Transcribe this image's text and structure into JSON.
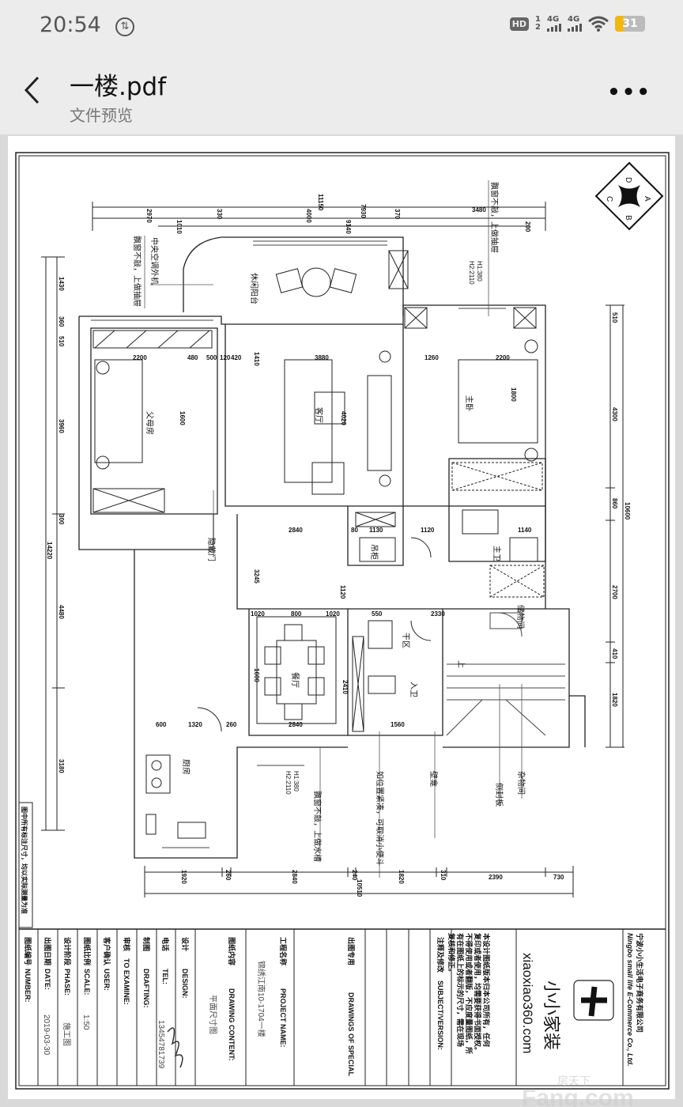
{
  "status_bar": {
    "time": "20:54",
    "hd": "HD",
    "sim1": "1",
    "sim2": "2",
    "net1": "4G",
    "net2": "4G",
    "battery": "31",
    "battery_color": "#f5b800"
  },
  "header": {
    "back_icon": "chevron-left-icon",
    "title": "一楼.pdf",
    "subtitle": "文件预览",
    "more": "•••"
  },
  "plan": {
    "rooms": [
      "父母房",
      "客厅",
      "主卧",
      "休闲阳台",
      "主卫",
      "吊柜",
      "餐厅",
      "厨房",
      "干区",
      "储物间",
      "入卫"
    ],
    "notes": [
      "中央空调外机",
      "飘窗不敲，上做抽屉",
      "飘窗不敲，上做抽屉",
      "H1:380",
      "H2:2110",
      "H1:380",
      "H2:2110",
      "隐藏门",
      "飘窗不敲，上做水槽",
      "如位置紧凑，可取消小便斗",
      "壁龛",
      "侧封板",
      "杂物间",
      "上"
    ],
    "dims_top": [
      "11150",
      "2970",
      "1010",
      "330",
      "4000",
      "9140",
      "7930",
      "370",
      "3480",
      "200"
    ],
    "dims_left": [
      "1430",
      "360",
      "510",
      "3960",
      "300",
      "14220",
      "4480",
      "3180"
    ],
    "dims_right": [
      "510",
      "4300",
      "860",
      "10600",
      "2700",
      "410",
      "1820"
    ],
    "dims_bottom": [
      "1920",
      "260",
      "2840",
      "240",
      "1820",
      "310",
      "2390",
      "730",
      "10510"
    ],
    "dims_inner": [
      "2200",
      "480",
      "500",
      "120",
      "420",
      "1410",
      "3880",
      "1260",
      "2200",
      "2840",
      "80",
      "1130",
      "1120",
      "1140",
      "1020",
      "800",
      "1020",
      "550",
      "2330",
      "600",
      "1320",
      "260",
      "2840",
      "1560",
      "3245",
      "1120",
      "1600",
      "2410",
      "1800",
      "1600",
      "4020"
    ],
    "compass": [
      "A",
      "B",
      "C",
      "D"
    ],
    "side_note": "图中所有标注尺寸，均以实际测量为准"
  },
  "title_block": {
    "number": {
      "cn": "图纸编号",
      "en": "NUMBER:"
    },
    "date": {
      "cn": "出图日期",
      "en": "DATE:",
      "value": "2019-03-30"
    },
    "phase": {
      "cn": "设计阶段",
      "en": "PHASE:",
      "value": "施工图"
    },
    "scale": {
      "cn": "图纸比例",
      "en": "SCALE:",
      "value": "1:50"
    },
    "user": {
      "cn": "客户确认",
      "en": "USER:"
    },
    "examine": {
      "cn": "审核",
      "en": "TO EXAMINE:"
    },
    "drafting": {
      "cn": "制图",
      "en": "DRAFTING:"
    },
    "tel": {
      "cn": "电话",
      "en": "TEL:",
      "value": "13454781739"
    },
    "design": {
      "cn": "设计",
      "en": "DESIGN:"
    },
    "content": {
      "cn": "图纸内容",
      "en": "DRAWING CONTENT:",
      "value": "平面尺寸图"
    },
    "project": {
      "cn": "工程名称",
      "en": "PROJECT NAME:",
      "value": "锦绣江南10-1704一楼"
    },
    "special": {
      "cn": "出图专用",
      "en": "DRAWINGS OF SPECIAL"
    },
    "subject": {
      "cn": "注释及修改",
      "en": "SUBJECT/VERSION:"
    },
    "notice": [
      "本设计图纸版本归本公司所有，任何",
      "复印或者使用，均需要获得书面授权。",
      "不得使用或者翻版，不应度量图纸，所",
      "有在图纸上的标示的尺寸，需在现场",
      "复核和修正。"
    ],
    "logo_cn": "小小家装",
    "logo_url": "xiaoxiao360.com",
    "company_cn": "宁波小小生活电子商务有限公司",
    "company_en": "Ningbo small life E-Commerce Co., Ltd."
  },
  "watermark": {
    "cn": "房天下",
    "en": "Fang.com"
  }
}
